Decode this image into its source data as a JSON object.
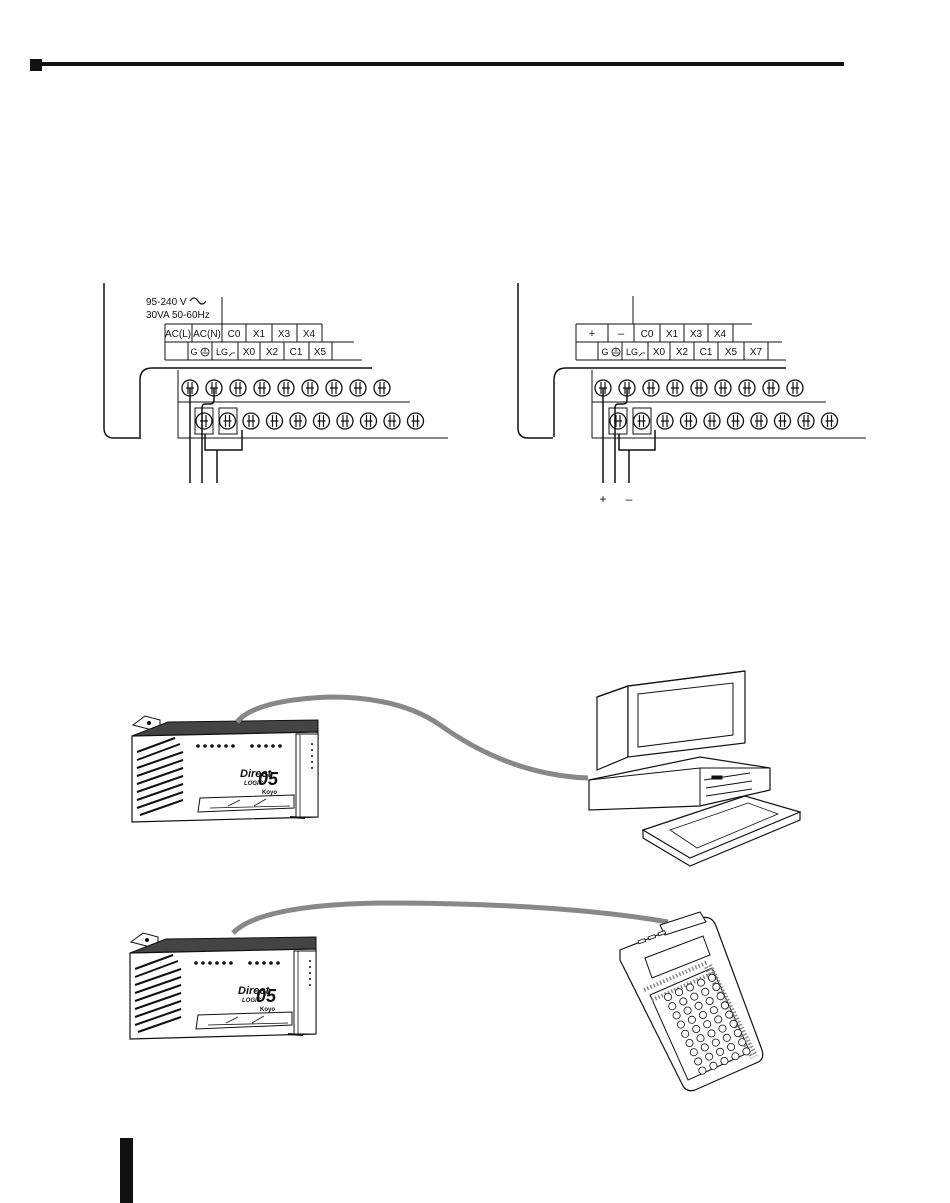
{
  "ac_wiring": {
    "rating_voltage": "95-240 V",
    "rating_power": "30VA  50-60Hz",
    "top_terminals": [
      "AC(L)",
      "AC(N)",
      "C0",
      "X1",
      "X3",
      "X4"
    ],
    "bottom_terminals": [
      "G",
      "LG",
      "X0",
      "X2",
      "C1",
      "X5"
    ]
  },
  "dc_wiring": {
    "top_terminals": [
      "+",
      "–",
      "C0",
      "X1",
      "X3",
      "X4"
    ],
    "bottom_terminals": [
      "G",
      "LG",
      "X0",
      "X2",
      "C1",
      "X5",
      "X7"
    ],
    "lead_plus": "+",
    "lead_minus": "–"
  },
  "plc_front": {
    "brand": "Direct",
    "brand_sub": "LOGIC",
    "model": "05",
    "maker": "Koyo"
  },
  "icons": [
    "ac-sine-icon",
    "ground-icon",
    "logic-ground-icon",
    "screw-terminal-icon",
    "plc-unit-icon",
    "computer-icon",
    "handheld-programmer-icon"
  ]
}
